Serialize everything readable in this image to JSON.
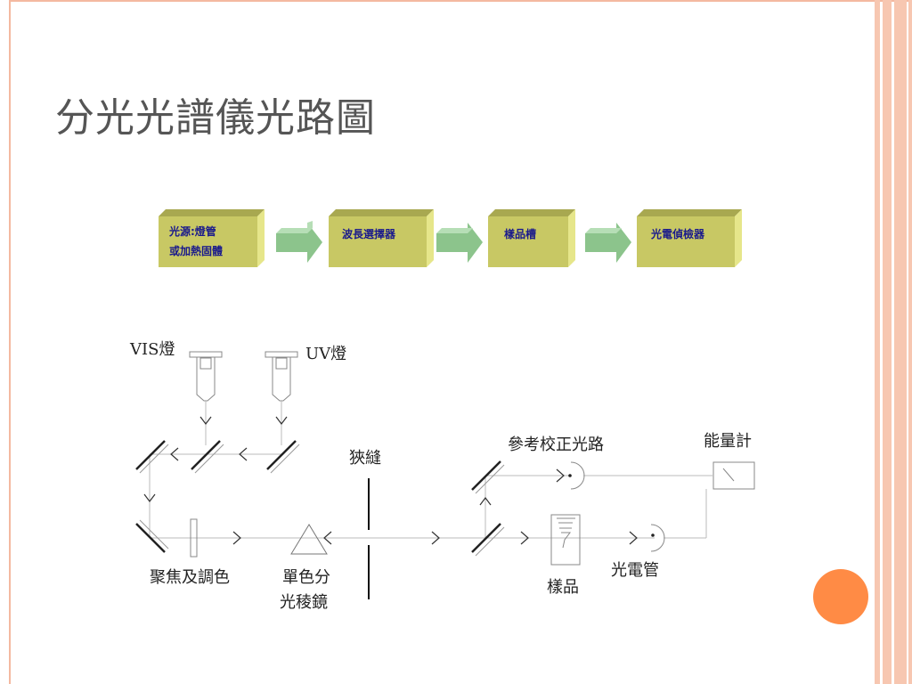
{
  "slide": {
    "title": "分光光譜儀光路圖"
  },
  "flow_blocks": [
    {
      "line1": "光源:燈管",
      "line2": "或加熱固體"
    },
    {
      "line1": "波長選擇器",
      "line2": ""
    },
    {
      "line1": "樣品槽",
      "line2": ""
    },
    {
      "line1": "光電偵檢器",
      "line2": ""
    }
  ],
  "labels": {
    "vis_lamp": "VIS燈",
    "uv_lamp": "UV燈",
    "slit": "狹縫",
    "reference_path": "參考校正光路",
    "energy_meter": "能量計",
    "focus_tint": "聚焦及調色",
    "prism_line1": "單色分",
    "prism_line2": "光稜鏡",
    "photo_tube": "光電管",
    "sample": "樣品"
  },
  "colors": {
    "block_face": "#c8c864",
    "block_top": "#a8a850",
    "block_side": "#e8e880",
    "arrow_face": "#88c488",
    "accent_orange": "#ff8b45",
    "border_pink": "#f4b9a0"
  }
}
